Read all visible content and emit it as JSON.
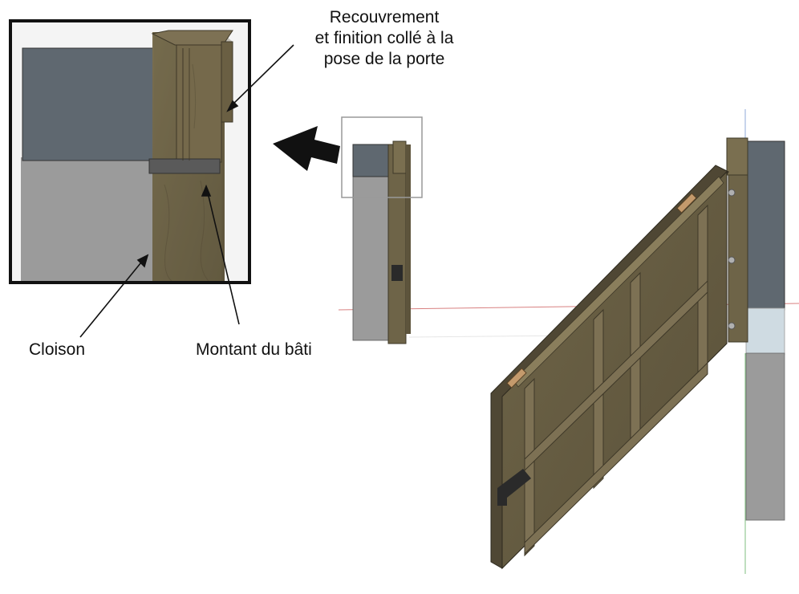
{
  "labels": {
    "recouvrement": [
      "Recouvrement",
      "et finition collé à la",
      "pose de la porte"
    ],
    "cloison": "Cloison",
    "montant": "Montant du bâti"
  },
  "colors": {
    "wood": "#6e6448",
    "wood_dark": "#4f4734",
    "wood_light": "#8a7e5c",
    "wall_dark": "#5f6870",
    "wall_gray": "#9c9c9c",
    "glass": "#cfdbe2",
    "frame": "#111111",
    "axis_red": "#d88080",
    "axis_green": "#7fbf7f",
    "axis_blue": "#8fa8d8"
  }
}
